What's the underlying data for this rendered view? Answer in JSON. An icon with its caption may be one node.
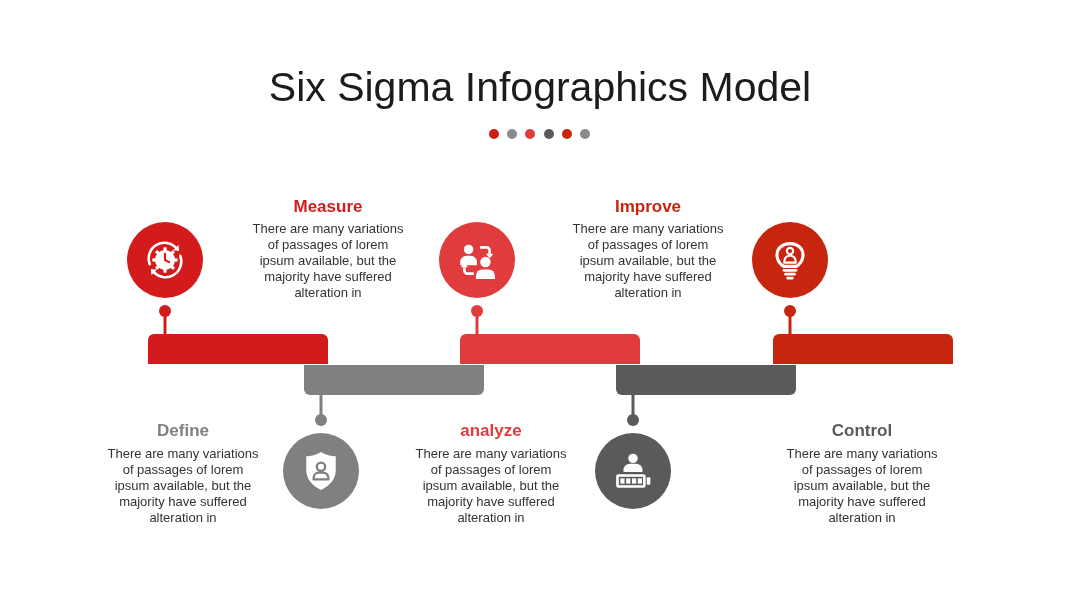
{
  "diagram": {
    "title": "Six Sigma Infographics Model",
    "nodes": [
      {
        "text": [],
        "shape": "circle"
      },
      {
        "text": [],
        "shape": "bar"
      },
      {
        "text": [],
        "shape": "circle"
      },
      {
        "text": [],
        "shape": "bar"
      },
      {
        "text": [],
        "shape": "circle"
      },
      {
        "text": [],
        "shape": "bar"
      },
      {
        "text": [],
        "shape": "circle"
      },
      {
        "text": [],
        "shape": "bar"
      },
      {
        "text": [],
        "shape": "circle"
      },
      {
        "text": [],
        "shape": "bar"
      }
    ],
    "edges": [
      {
        "from": 1,
        "to": 0,
        "arrow": "other",
        "color": "#d31b1b"
      },
      {
        "from": 3,
        "to": 2,
        "arrow": "other",
        "color": "#808080"
      },
      {
        "from": 5,
        "to": 4,
        "arrow": "other",
        "color": "#e03c3e"
      },
      {
        "from": 7,
        "to": 6,
        "arrow": "other",
        "color": "#5a5a5a"
      },
      {
        "from": 9,
        "to": 8,
        "arrow": "other",
        "color": "#c8250f"
      }
    ],
    "labels": [
      "Measure",
      "There are many variations of passages of lorem ipsum available, but the majority have suffered alteration in",
      "Improve",
      "There are many variations of passages of lorem ipsum available, but the majority have suffered alteration in",
      "Define",
      "There are many variations of passages of lorem ipsum available, but the majority have suffered alteration in",
      "analyze",
      "There are many variations of passages of lorem ipsum available, but the majority have suffered alteration in",
      "Control",
      "There are many variations of passages of lorem ipsum available, but the majority have suffered alteration in"
    ]
  }
}
